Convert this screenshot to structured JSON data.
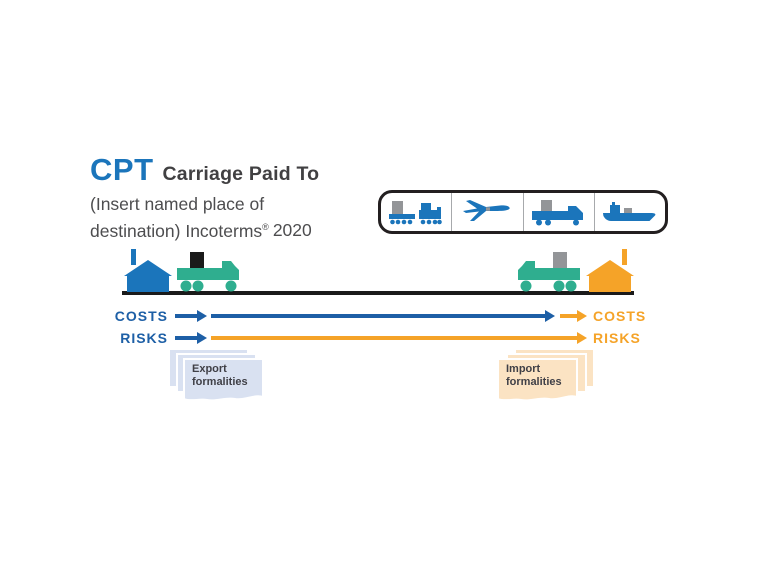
{
  "title": {
    "abbr": "CPT",
    "name": "Carriage Paid To"
  },
  "subtitle": {
    "line1": "(Insert named place of",
    "line2": "destination) Incoterms",
    "registered_mark": "®",
    "year": "2020"
  },
  "transport_modes": {
    "icons": [
      "train-icon",
      "airplane-icon",
      "truck-icon",
      "ship-icon"
    ]
  },
  "scene": {
    "icons": [
      "factory-icon",
      "loaded-truck-icon",
      "delivery-truck-icon",
      "warehouse-icon"
    ]
  },
  "costs_risks": {
    "seller_costs_label": "COSTS",
    "seller_risks_label": "RISKS",
    "buyer_costs_label": "COSTS",
    "buyer_risks_label": "RISKS"
  },
  "formalities": {
    "export_label": "Export formalities",
    "import_label": "Import formalities"
  },
  "colors": {
    "brand_blue": "#1b75bb",
    "arrow_blue": "#1d5fa6",
    "orange": "#f5a328",
    "teal": "#2fae8f",
    "dark_text": "#414042",
    "subtitle_gray": "#4d4d4f",
    "export_paper": "#d9e1f1",
    "import_paper": "#fbe3c3",
    "cargo_gray": "#939598",
    "ink": "#1a1a1a"
  }
}
